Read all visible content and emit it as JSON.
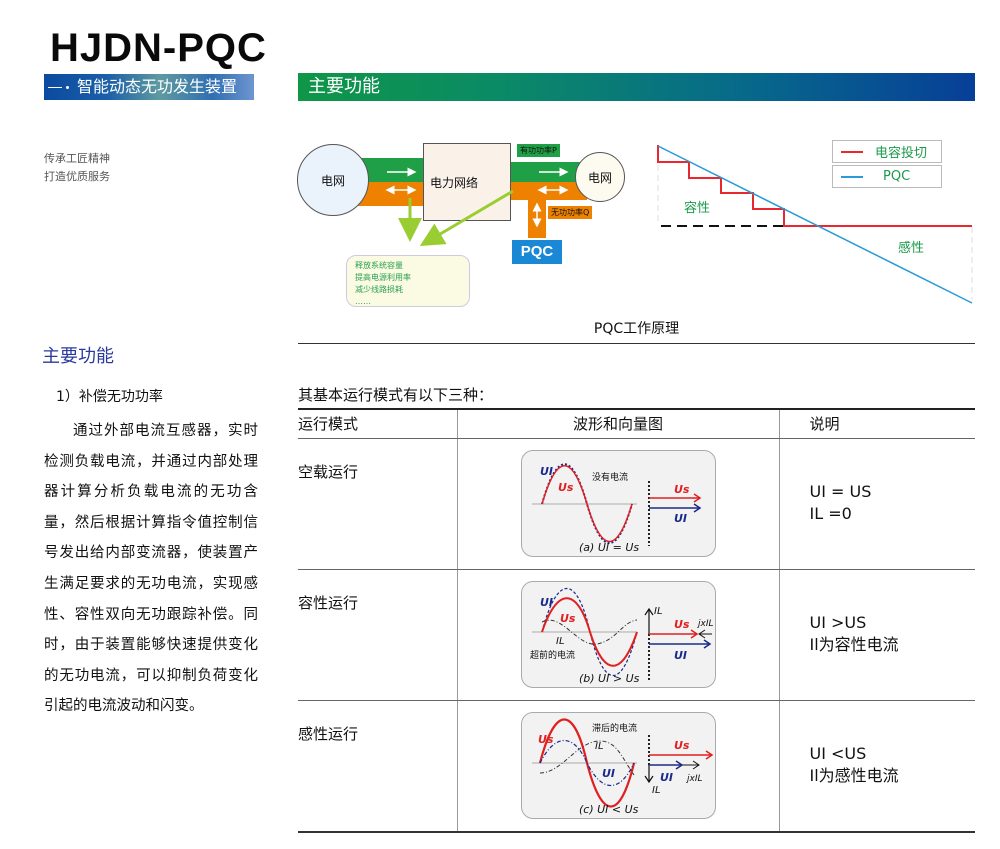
{
  "brand": {
    "title": "HJDN-PQC",
    "subtitle": "智能动态无功发生装置",
    "slogan": [
      "传承工匠精神",
      "打造优质服务"
    ]
  },
  "section": {
    "title": "主要功能"
  },
  "left": {
    "heading": "主要功能",
    "sub_heading": "1）补偿无功功率",
    "paragraph": "通过外部电流互感器，实时检测负载电流，并通过内部处理器计算分析负载电流的无功含量，然后根据计算指令值控制信号发出给内部变流器，使装置产生满足要求的无功电流，实现感性、容性双向无功跟踪补偿。同时，由于装置能够快速提供变化的无功电流，可以抑制负荷变化引起的电流波动和闪变。"
  },
  "flow_diagram": {
    "grid_left": "电网",
    "network": "电力网络",
    "grid_right": "电网",
    "active_power": "有功功率P",
    "reactive_power": "无功功率Q",
    "device": "PQC",
    "benefits": [
      "释放系统容量",
      "提高电源利用率",
      "减少线路损耗",
      "……"
    ],
    "colors": {
      "active": "#1fa046",
      "reactive": "#ee8200",
      "arrow": "#9acd32",
      "device": "#1a88d4"
    }
  },
  "curve_chart": {
    "legend": [
      {
        "label": "电容投切",
        "color": "#e8282e"
      },
      {
        "label": "PQC",
        "color": "#2a9ad8"
      }
    ],
    "capacitive_label": "容性",
    "inductive_label": "感性",
    "capacitor_steps": 5
  },
  "caption": "PQC工作原理",
  "intro": "其基本运行模式有以下三种：",
  "table": {
    "headers": [
      "运行模式",
      "波形和向量图",
      "说明"
    ],
    "rows": [
      {
        "mode": "空载运行",
        "wave_note": "没有电流",
        "wave_caption": "(a)  UI = Us",
        "desc_line1": "UI = US",
        "desc_line2": "IL =0"
      },
      {
        "mode": "容性运行",
        "wave_note": "超前的电流",
        "wave_caption": "(b)  UI > Us",
        "desc_line1": "UI >US",
        "desc_line2": "Il为容性电流"
      },
      {
        "mode": "感性运行",
        "wave_note": "滞后的电流",
        "wave_caption": "(c)  UI < Us",
        "desc_line1": "UI <US",
        "desc_line2": "Il为感性电流"
      }
    ],
    "wave_labels": {
      "ui": "UI",
      "us": "Us",
      "il": "IL",
      "jxil": "jxIL"
    },
    "colors": {
      "us": "#e02020",
      "ui": "#1a2a8a",
      "il": "#333333"
    }
  }
}
